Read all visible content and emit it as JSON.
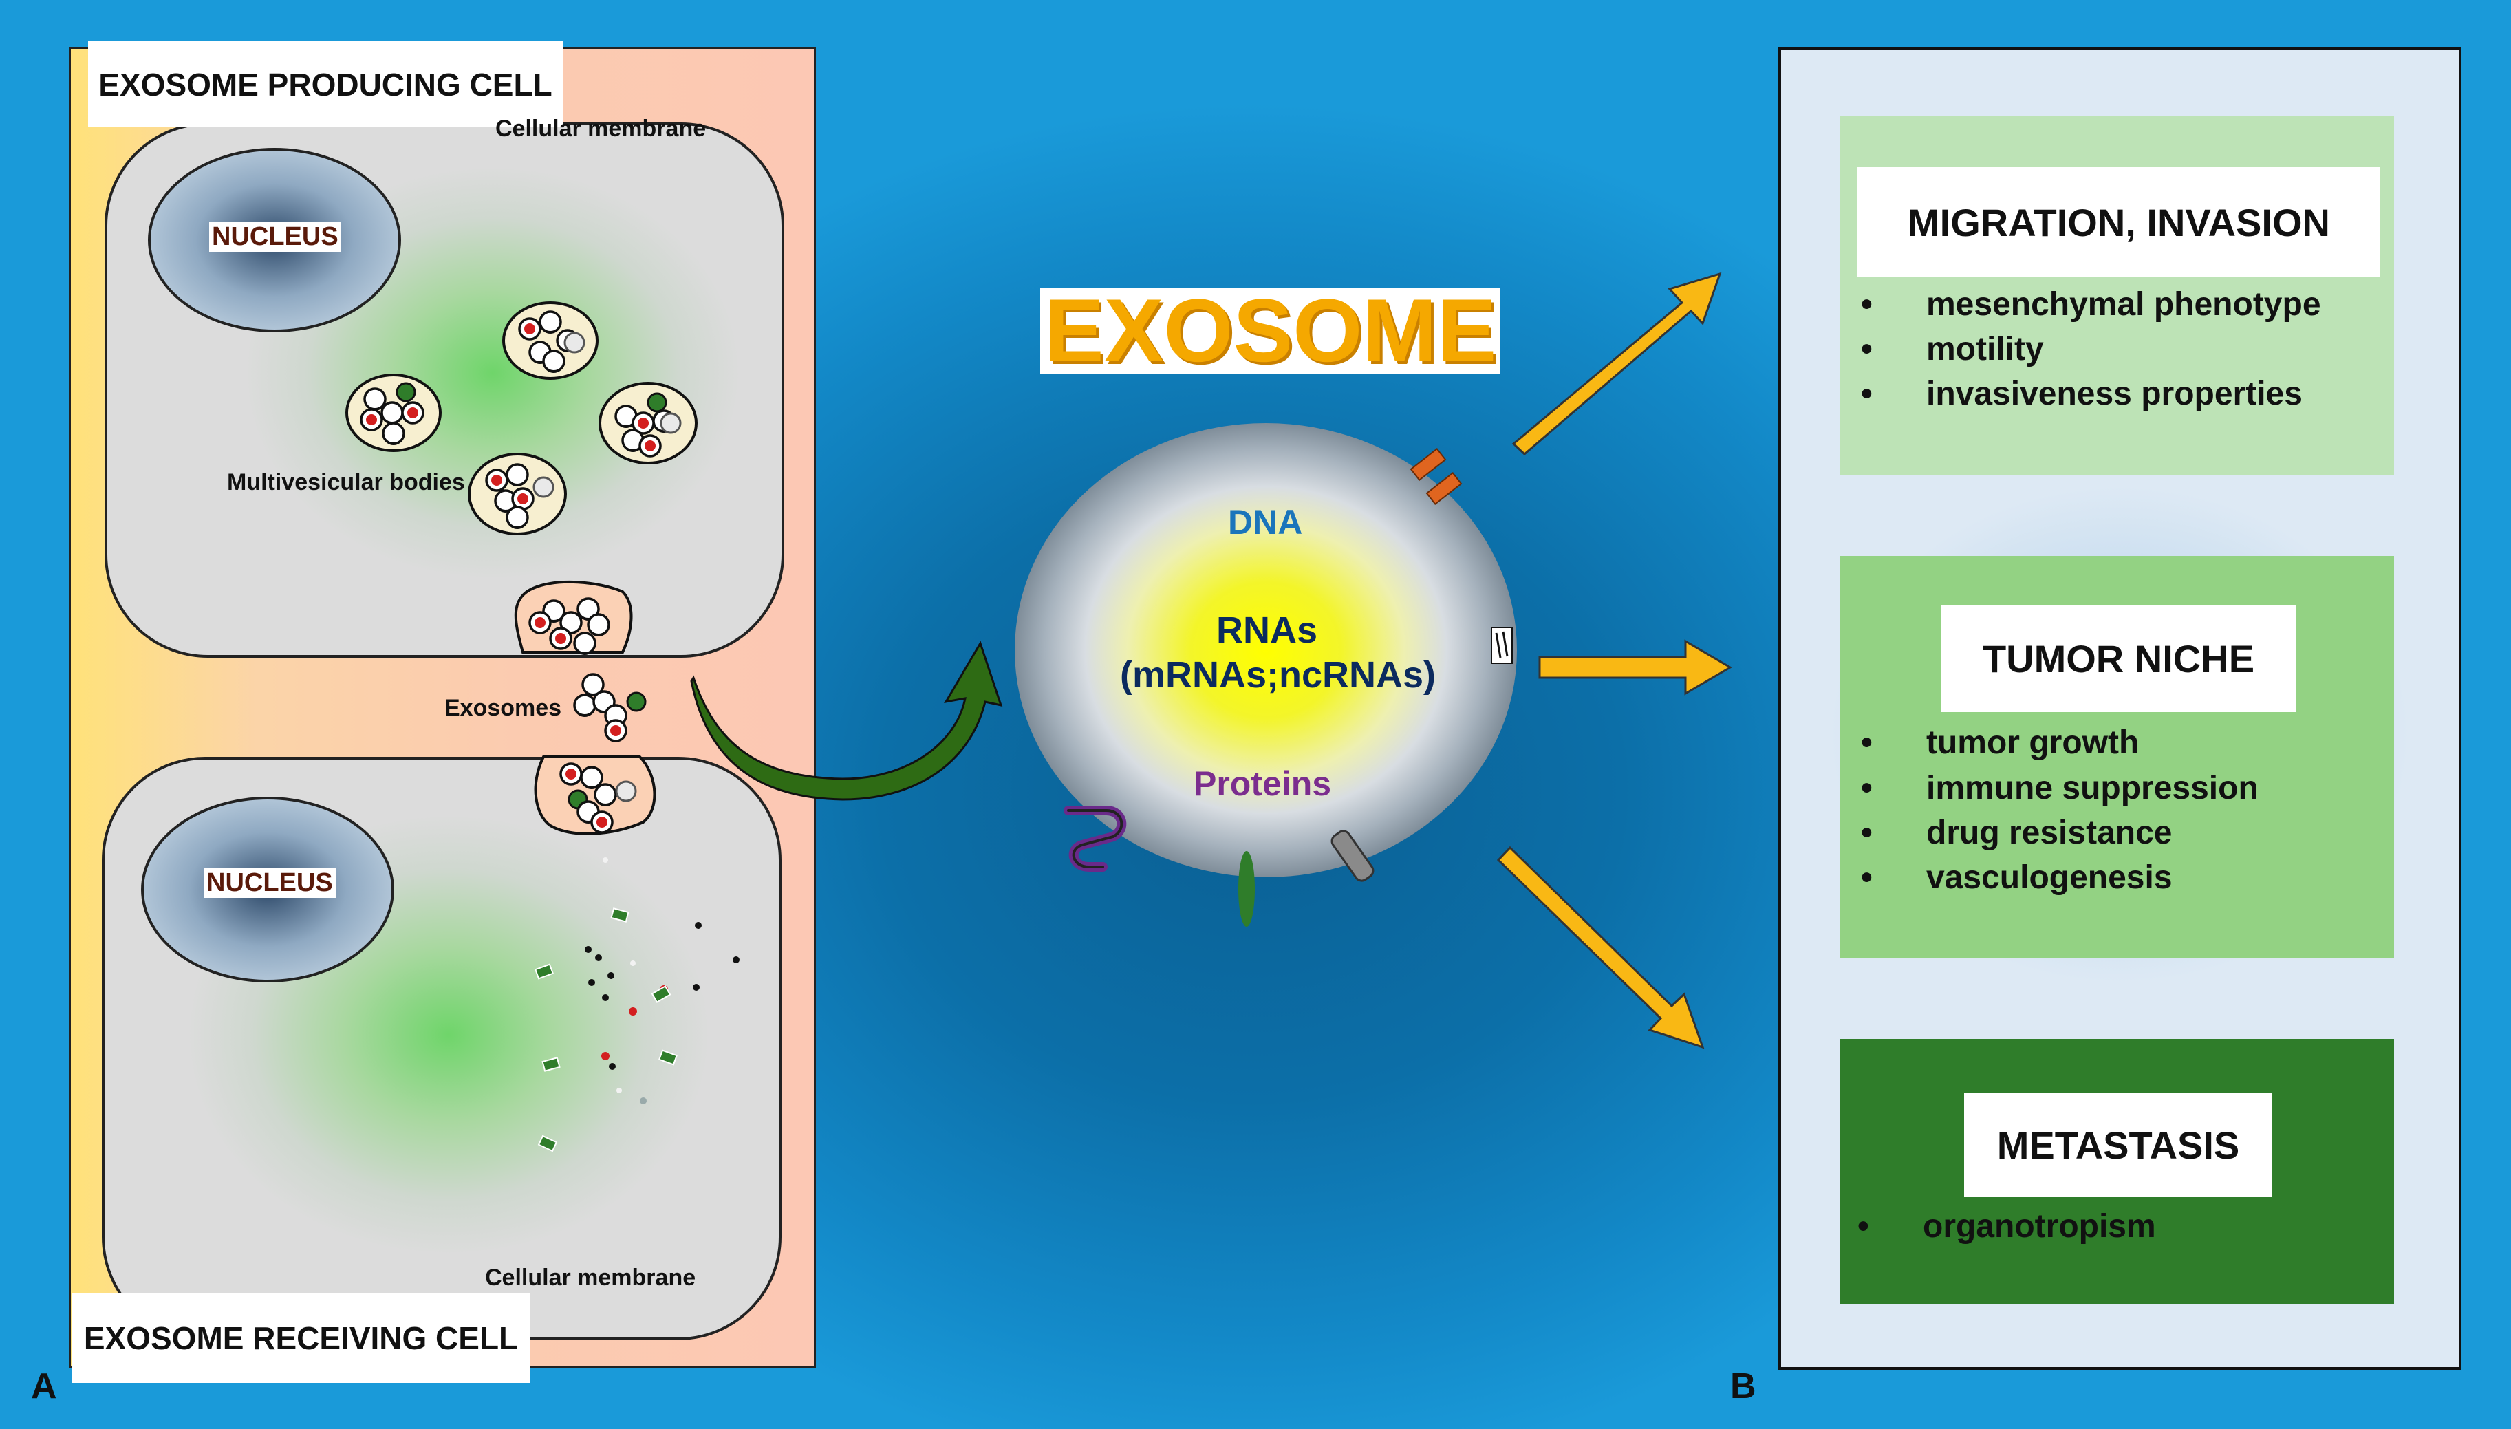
{
  "panel_a": {
    "letter": "A",
    "producing_cell_title": "EXOSOME PRODUCING CELL",
    "receiving_cell_title": "EXOSOME RECEIVING CELL",
    "membrane_label_top": "Cellular membrane",
    "membrane_label_bottom": "Cellular membrane",
    "nucleus_label_top": "NUCLEUS",
    "nucleus_label_bottom": "NUCLEUS",
    "mvb_label": "Multivesicular bodies",
    "exosomes_label": "Exosomes"
  },
  "center": {
    "title": "EXOSOME",
    "dna": "DNA",
    "rnas": "RNAs",
    "rnas_sub": "(mRNAs;ncRNAs)",
    "proteins": "Proteins"
  },
  "panel_b": {
    "letter": "B",
    "boxes": [
      {
        "title": "MIGRATION, INVASION",
        "items": [
          "mesenchymal phenotype",
          "motility",
          "invasiveness properties"
        ]
      },
      {
        "title": "TUMOR NICHE",
        "items": [
          "tumor growth",
          "immune suppression",
          "drug resistance",
          "vasculogenesis"
        ]
      },
      {
        "title": "METASTASIS",
        "items": [
          "organotropism"
        ]
      }
    ]
  },
  "colors": {
    "background": "#0c6fa8",
    "cell_panel": "#fbd1b5",
    "title_gold": "#f5a800",
    "dna_blue": "#1b75bb",
    "rna_navy": "#0b2a5e",
    "protein_purple": "#7b2d8e",
    "arrow_gold": "#f9b814",
    "arrow_green": "#2e6b14",
    "box_light_green": "#b9e0b0",
    "box_mid_green": "#8fd07e",
    "box_dark_green": "#2f7d2a"
  }
}
